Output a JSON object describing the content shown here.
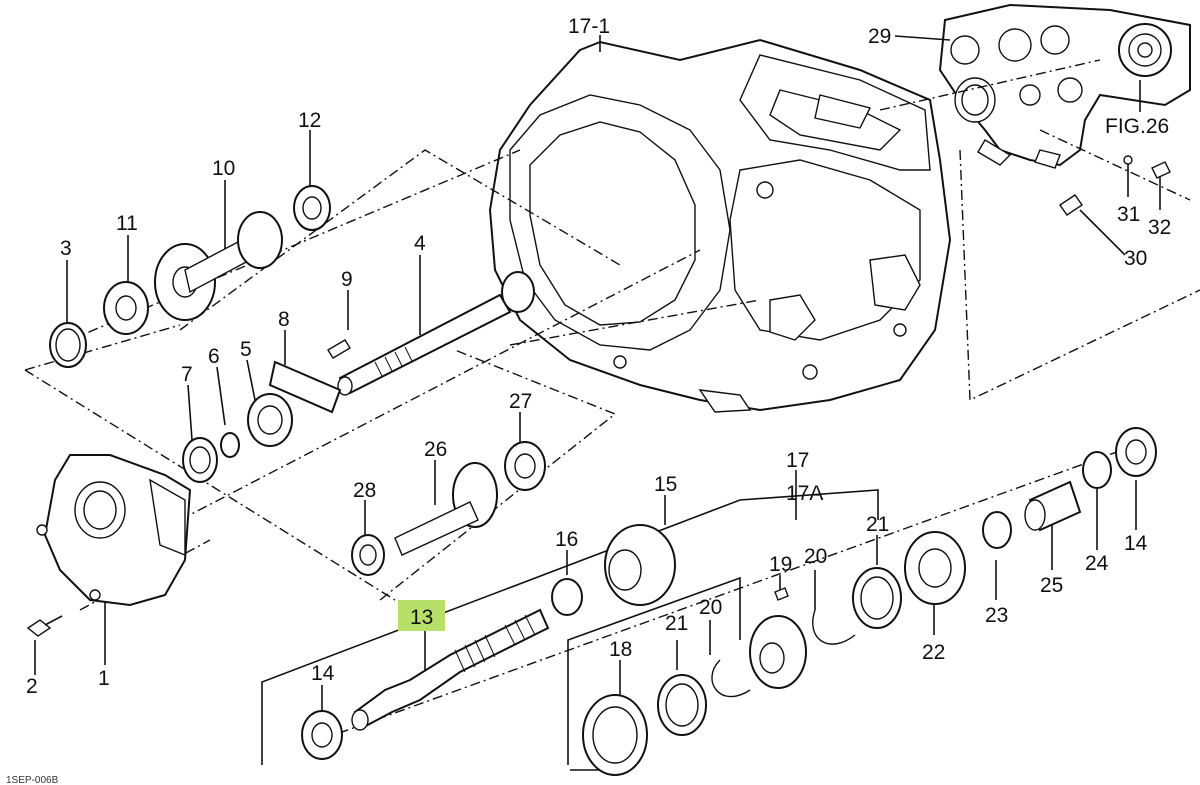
{
  "diagram": {
    "highlight_color": "#b6e06a",
    "line_color": "#111111",
    "highlighted_part": "13",
    "footer_code": "1SEP-006B",
    "labels": {
      "p17_1": "17-1",
      "p29": "29",
      "fig26": "FIG.26",
      "p12": "12",
      "p10": "10",
      "p11": "11",
      "p3": "3",
      "p4": "4",
      "p9": "9",
      "p8": "8",
      "p6": "6",
      "p5": "5",
      "p7": "7",
      "p27": "27",
      "p26": "26",
      "p28": "28",
      "p31": "31",
      "p32": "32",
      "p30": "30",
      "p17": "17",
      "p17a": "17A",
      "p15": "15",
      "p16": "16",
      "p21a": "21",
      "p21b": "21",
      "p19": "19",
      "p20a": "20",
      "p20b": "20",
      "p13": "13",
      "p14a": "14",
      "p14b": "14",
      "p18": "18",
      "p22": "22",
      "p23": "23",
      "p24": "24",
      "p25": "25",
      "p1": "1",
      "p2": "2"
    }
  }
}
